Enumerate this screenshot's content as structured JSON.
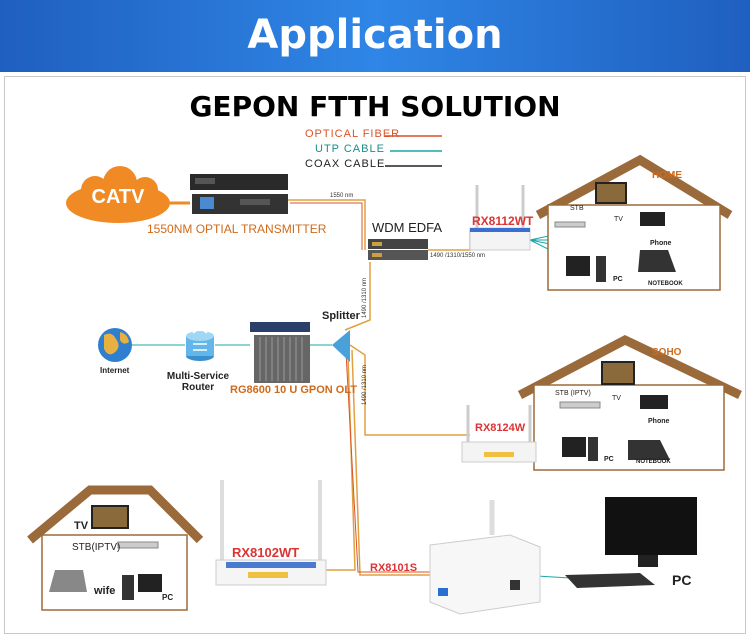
{
  "banner": {
    "title": "Application"
  },
  "diagram": {
    "title": "GEPON FTTH SOLUTION",
    "legend": [
      {
        "label": "OPTICAL FIBER",
        "color": "#d9542a"
      },
      {
        "label": "UTP CABLE",
        "color": "#1aa7a7"
      },
      {
        "label": "COAX CABLE",
        "color": "#222222"
      }
    ],
    "catv": "CATV",
    "transmitter": "1550NM OPTIAL TRANSMITTER",
    "edfa": "WDM EDFA",
    "splitter": "Splitter",
    "olt": "RG8600 10 U GPON OLT",
    "internet": "Internet",
    "router": "Multi-Service Router",
    "onu_home": "RX8112WT",
    "onu_soho": "RX8124W",
    "onu_left": "RX8102WT",
    "onu_pc": "RX8101S",
    "pc_label": "PC",
    "fiber_labels": {
      "l1550": "1550 nm",
      "l1490_1310_1550": "1490 /1310/1550 nm",
      "l1490_1310a": "1490 /1310 nm",
      "l1490_1310b": "1490 /1310 nm"
    },
    "home": {
      "name": "HOME",
      "stb": "STB",
      "tv": "TV",
      "phone": "Phone",
      "pc": "PC",
      "notebook": "NOTEBOOK"
    },
    "soho": {
      "name": "SOHO",
      "stb": "STB (IPTV)",
      "tv": "TV",
      "phone": "Phone",
      "pc": "PC",
      "notebook": "NOTEBOOK"
    },
    "left_house": {
      "tv": "TV",
      "stb": "STB(IPTV)",
      "wifi": "wife",
      "pc": "PC"
    }
  }
}
